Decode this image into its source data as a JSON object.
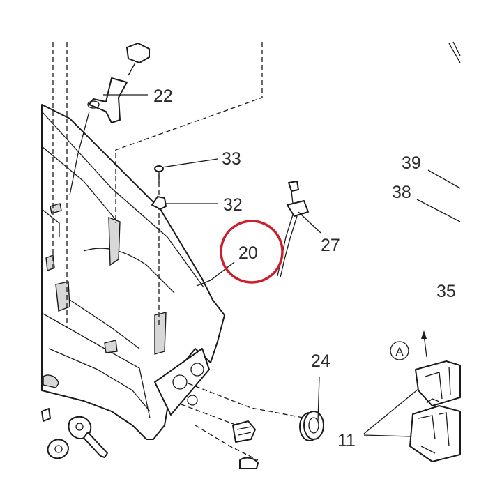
{
  "diagram": {
    "callouts": {
      "c22": "22",
      "c33": "33",
      "c32": "32",
      "c27": "27",
      "c20": "20",
      "c39": "39",
      "c38": "38",
      "c35": "35",
      "c24": "24",
      "c11": "11"
    },
    "view_marker": "A",
    "highlight_color": "#cc1f2e",
    "line_color": "#1a1a1a"
  }
}
